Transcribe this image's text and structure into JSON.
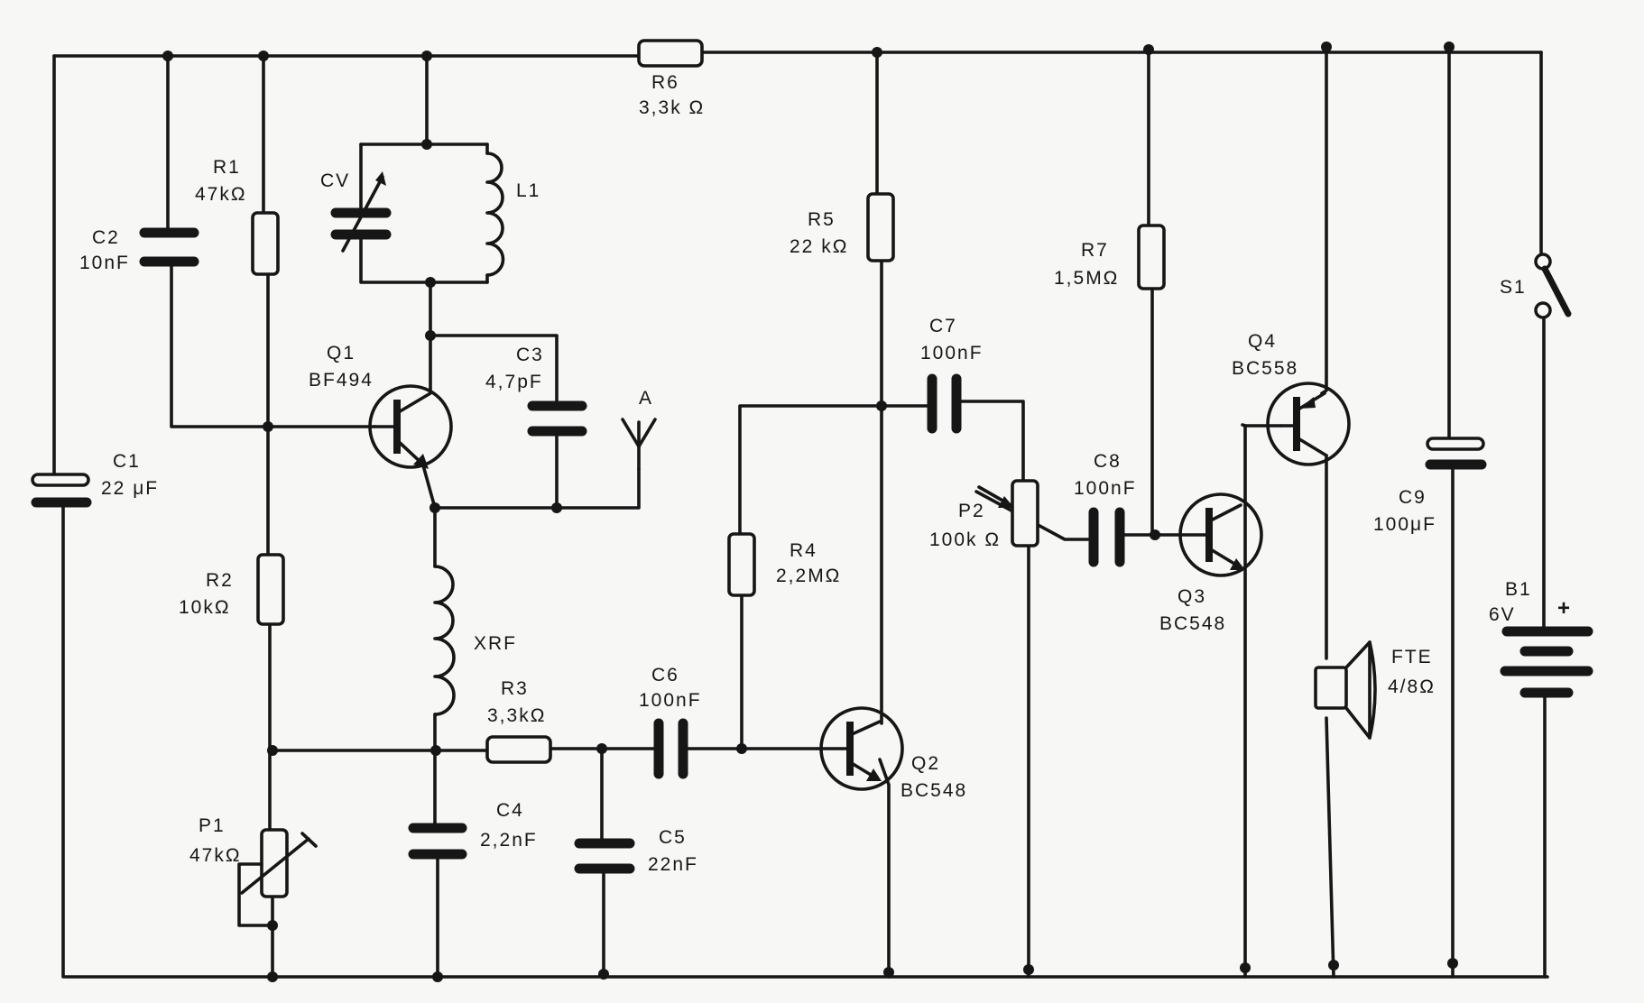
{
  "labels": {
    "r6_name": "R6",
    "r6_value": "3,3k Ω",
    "r1_name": "R1",
    "r1_value": "47kΩ",
    "c2_name": "C2",
    "c2_value": "10nF",
    "cv_name": "CV",
    "l1_name": "L1",
    "r5_name": "R5",
    "r5_value": "22 kΩ",
    "r7_name": "R7",
    "r7_value": "1,5MΩ",
    "s1_name": "S1",
    "q1_name": "Q1",
    "q1_part": "BF494",
    "c3_name": "C3",
    "c3_value": "4,7pF",
    "antenna_name": "A",
    "c7_name": "C7",
    "c7_value": "100nF",
    "q4_name": "Q4",
    "q4_part": "BC558",
    "c1_name": "C1",
    "c1_value": "22 μF",
    "c8_name": "C8",
    "c8_value": "100nF",
    "p2_name": "P2",
    "p2_value": "100k Ω",
    "c9_name": "C9",
    "c9_value": "100μF",
    "r4_name": "R4",
    "r4_value": "2,2MΩ",
    "r2_name": "R2",
    "r2_value": "10kΩ",
    "q3_name": "Q3",
    "q3_part": "BC548",
    "b1_name": "B1",
    "b1_value": "6V",
    "b1_plus": "+",
    "xrf_name": "XRF",
    "fte_name": "FTE",
    "fte_value": "4/8Ω",
    "r3_name": "R3",
    "r3_value": "3,3kΩ",
    "c6_name": "C6",
    "c6_value": "100nF",
    "q2_name": "Q2",
    "q2_part": "BC548",
    "c4_name": "C4",
    "c4_value": "2,2nF",
    "c5_name": "C5",
    "c5_value": "22nF",
    "p1_name": "P1",
    "p1_value": "47kΩ"
  }
}
